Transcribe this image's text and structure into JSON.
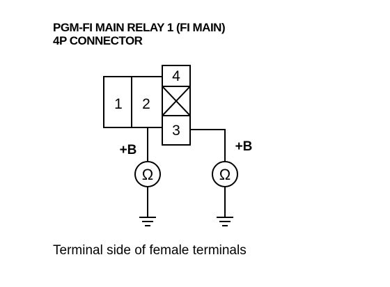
{
  "title": {
    "line1": "PGM-FI MAIN RELAY 1 (FI MAIN)",
    "line2": "4P CONNECTOR"
  },
  "connector": {
    "terminals": [
      "1",
      "2",
      "3",
      "4"
    ]
  },
  "probes": {
    "left": {
      "supply_label": "+B",
      "meter_symbol": "Ω"
    },
    "right": {
      "supply_label": "+B",
      "meter_symbol": "Ω"
    }
  },
  "caption": "Terminal side of female terminals",
  "colors": {
    "line": "#000000",
    "background": "#ffffff"
  }
}
